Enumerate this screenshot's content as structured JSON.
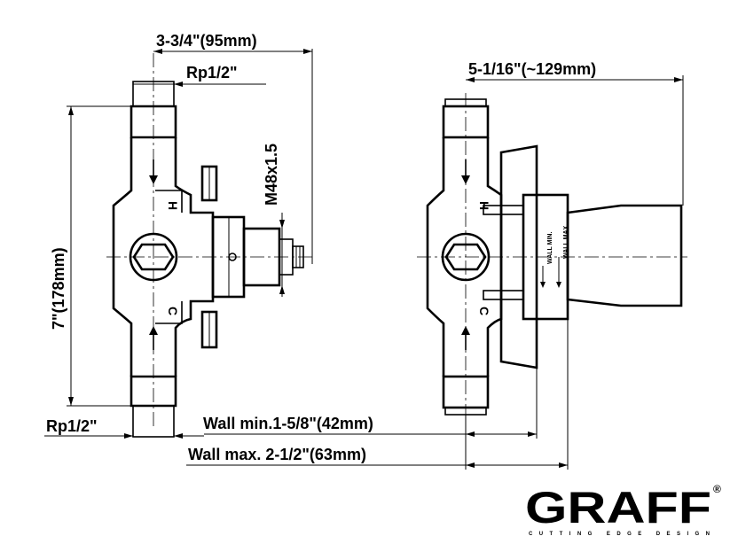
{
  "dimensions": {
    "top_width": "3-3/4\"(95mm)",
    "inlet_thread_top": "Rp1/2\"",
    "outlet_thread": "M48x1.5",
    "height": "7\"(178mm)",
    "inlet_thread_bottom": "Rp1/2\"",
    "depth": "5-1/16\"(~129mm)",
    "wall_min": "Wall min.1-5/8\"(42mm)",
    "wall_max": "Wall max. 2-1/2\"(63mm)"
  },
  "labels": {
    "hot_left": "H",
    "cold_left": "C",
    "hot_right": "H",
    "cold_right": "C",
    "wall_min_small": "WALL MIN.",
    "wall_max_small": "WALL MAX."
  },
  "brand": {
    "name": "GRAFF",
    "registered": "®",
    "tagline": "CUTTING EDGE DESIGN"
  }
}
